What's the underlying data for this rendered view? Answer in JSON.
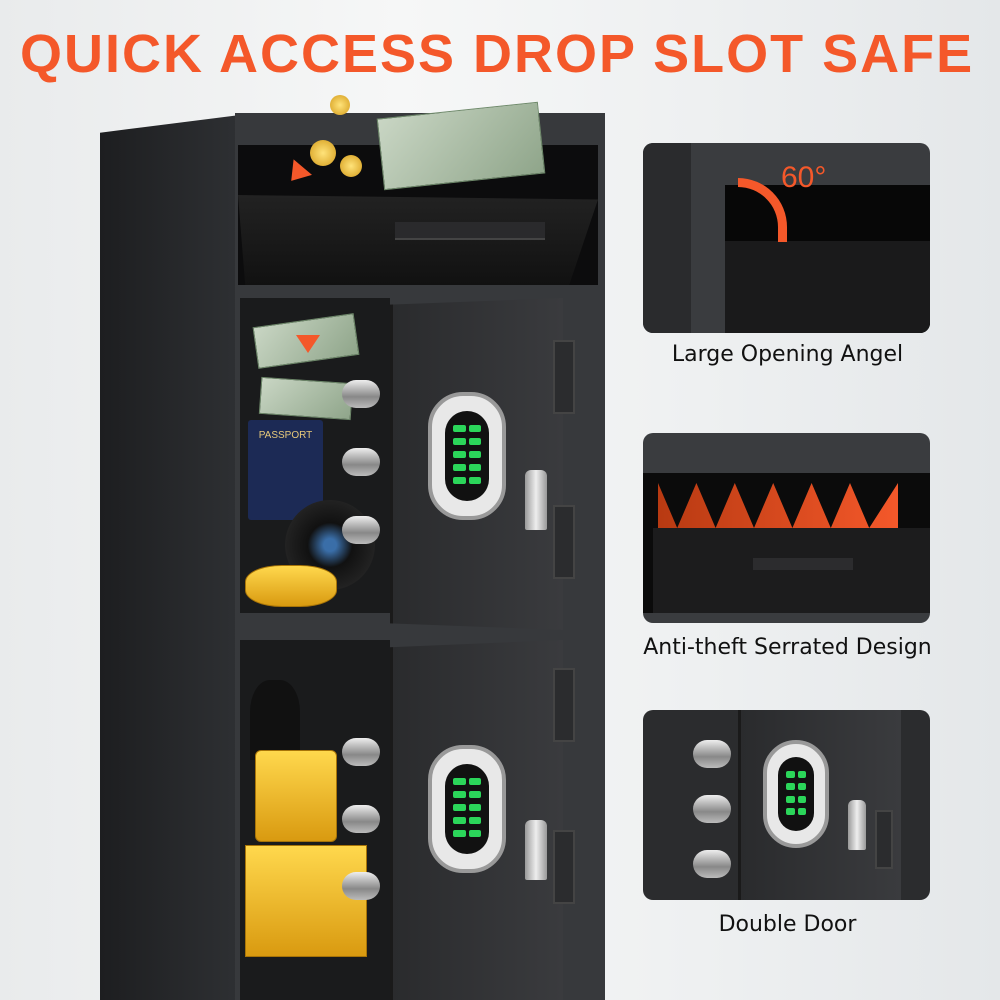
{
  "title": "QUICK ACCESS DROP SLOT SAFE",
  "colors": {
    "accent": "#f4582a",
    "safe_body": "#37393c",
    "keypad_lights": "#2bd65a"
  },
  "main_image": {
    "passport_label": "PASSPORT"
  },
  "features": [
    {
      "caption": "Large Opening Angel",
      "annotation": "60°"
    },
    {
      "caption": "Anti-theft Serrated Design"
    },
    {
      "caption": "Double Door"
    }
  ]
}
